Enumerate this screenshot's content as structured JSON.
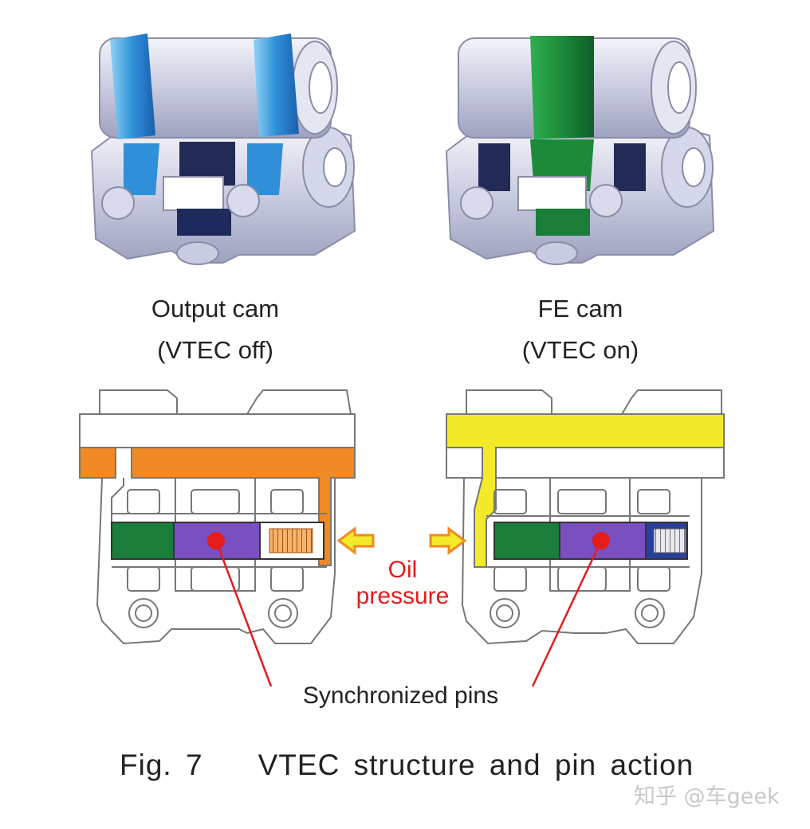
{
  "labels": {
    "left_title": "Output cam",
    "left_sub": "(VTEC off)",
    "right_title": "FE cam",
    "right_sub": "(VTEC on)",
    "oil_line1": "Oil",
    "oil_line2": "pressure",
    "pins": "Synchronized pins",
    "caption": "Fig. 7    VTEC structure and pin action",
    "watermark": "知乎 @车geek"
  },
  "colors": {
    "blue_cam": "#2f8fd8",
    "green_cam": "#1d8a3a",
    "oil_off": "#ef8a25",
    "oil_on": "#f3ea2a",
    "pin_purple": "#7a4fbf",
    "pin_green": "#1b7d3a",
    "arrow_red": "#e51c1c"
  }
}
